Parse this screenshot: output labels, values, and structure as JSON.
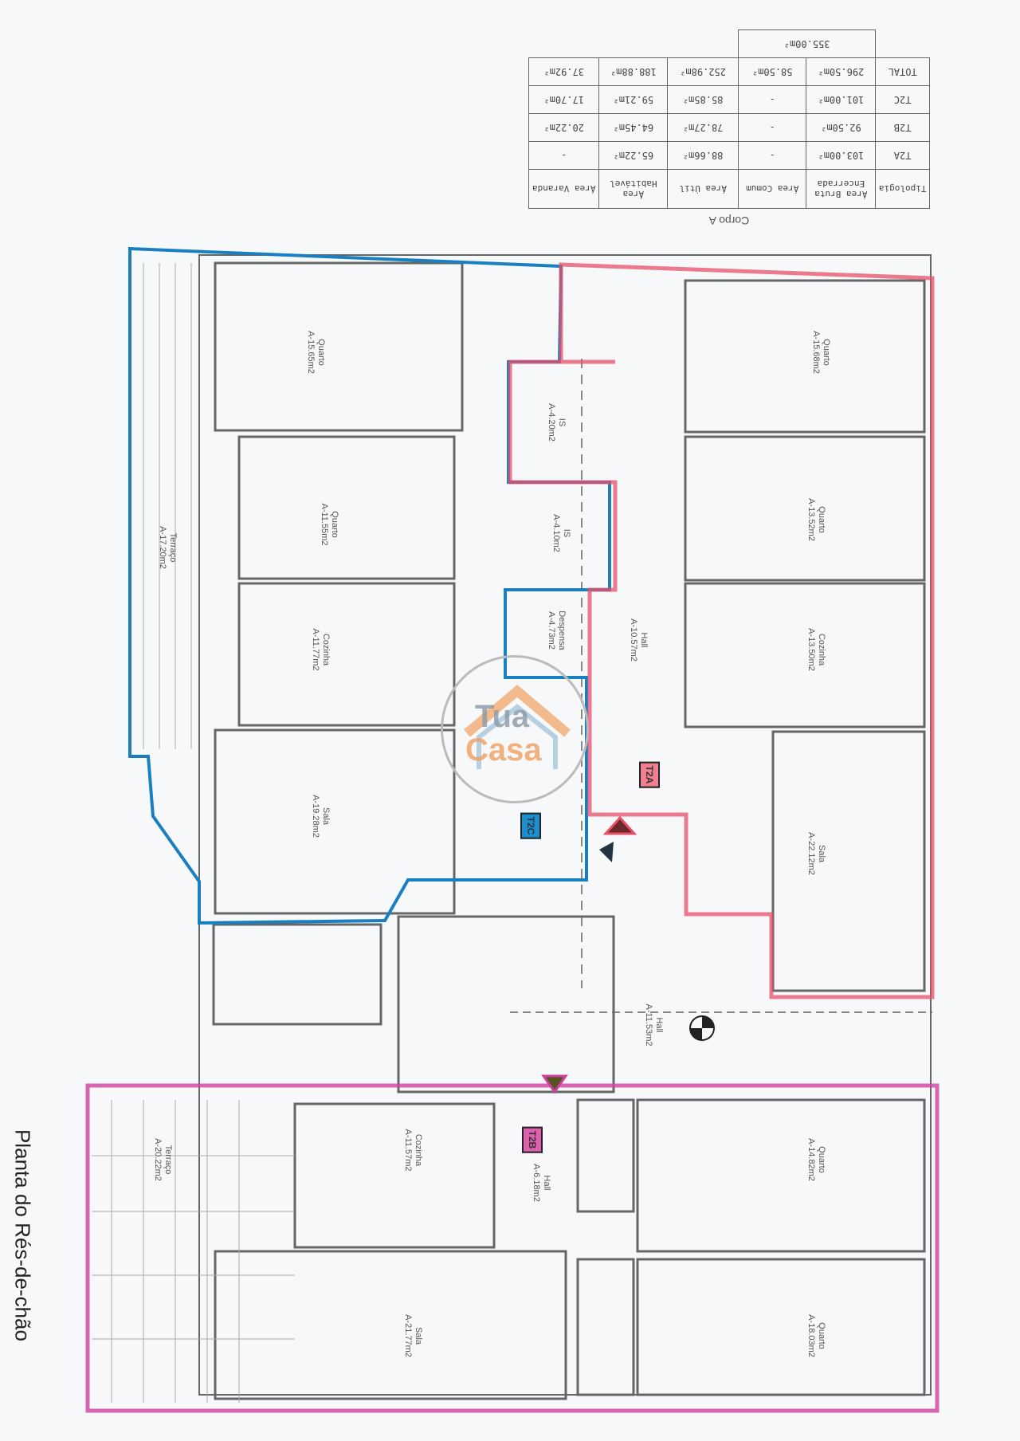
{
  "title": "Planta do Rés-de-chão",
  "table": {
    "caption": "Corpo A",
    "headers": [
      "Tipologia",
      "Área Bruta Encerrada",
      "Área Comum",
      "Área Útil",
      "Área Habitável",
      "Área Varanda"
    ],
    "rows": [
      [
        "T2A",
        "103.00m²",
        "-",
        "88.66m²",
        "65.22m²",
        "-"
      ],
      [
        "T2B",
        "92.50m²",
        "-",
        "78.27m²",
        "64.45m²",
        "20.22m²"
      ],
      [
        "T2C",
        "101.00m²",
        "-",
        "85.85m²",
        "59.21m²",
        "17.70m²"
      ],
      [
        "TOTAL",
        "296.50m²",
        "58.50m²",
        "252.98m²",
        "188.88m²",
        "37.92m²"
      ]
    ],
    "grand_total": "355.00m²"
  },
  "units": [
    {
      "label": "T2A",
      "color": "#e8506a"
    },
    {
      "label": "T2B",
      "color": "#d040a0"
    },
    {
      "label": "T2C",
      "color": "#1a7fc0"
    }
  ],
  "rooms": [
    {
      "name": "Quarto",
      "area": "A-15.65m2"
    },
    {
      "name": "Quarto",
      "area": "A-11.55m2"
    },
    {
      "name": "Cozinha",
      "area": "A-11.77m2"
    },
    {
      "name": "Sala",
      "area": "A-19.28m2"
    },
    {
      "name": "Terraço",
      "area": "A-17.20m2"
    },
    {
      "name": "Quarto",
      "area": "A-15.68m2"
    },
    {
      "name": "Quarto",
      "area": "A-13.52m2"
    },
    {
      "name": "Cozinha",
      "area": "A-13.50m2"
    },
    {
      "name": "Sala",
      "area": "A-22.12m2"
    },
    {
      "name": "Hall",
      "area": "A-10.57m2"
    },
    {
      "name": "Hall",
      "area": "A-11.53m2"
    },
    {
      "name": "Cozinha",
      "area": "A-11.57m2"
    },
    {
      "name": "Sala",
      "area": "A-21.77m2"
    },
    {
      "name": "Hall",
      "area": "A-6.18m2"
    },
    {
      "name": "Terraço",
      "area": "A-20.22m2"
    },
    {
      "name": "Quarto",
      "area": "A-14.82m2"
    },
    {
      "name": "Quarto",
      "area": "A-18.03m2"
    },
    {
      "name": "IS",
      "area": "A-4.20m2"
    },
    {
      "name": "IS",
      "area": "A-4.10m2"
    },
    {
      "name": "Despensa",
      "area": "A-4.73m2"
    }
  ],
  "logo": {
    "line1": "Tua",
    "line2": "Casa"
  }
}
